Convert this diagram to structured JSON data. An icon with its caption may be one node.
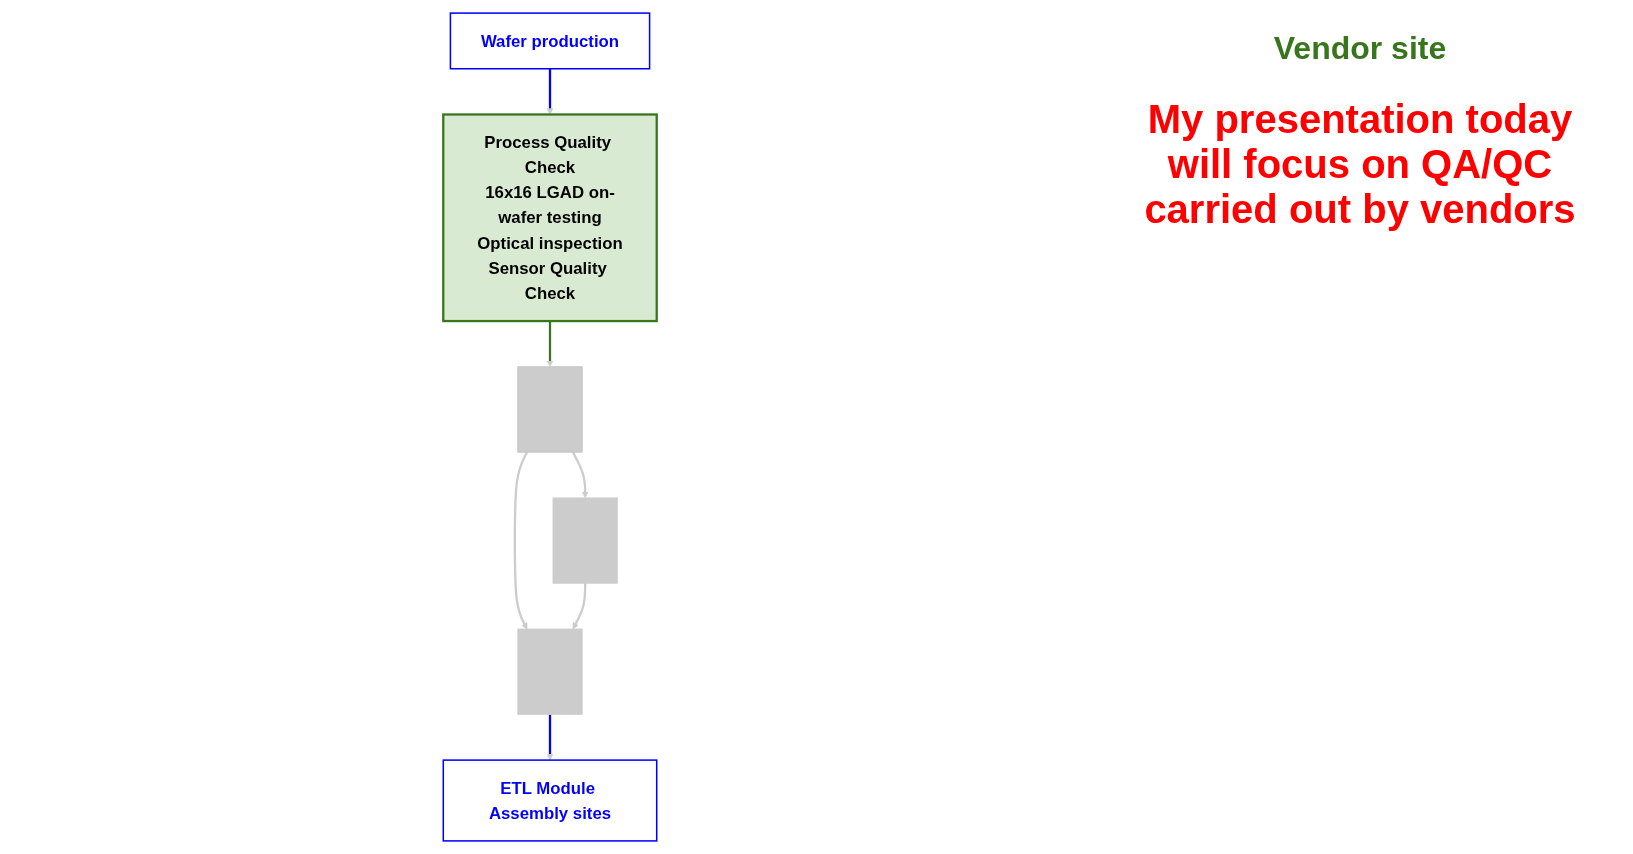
{
  "diagram": {
    "nodes": [
      {
        "text": [
          "Wafer production"
        ]
      },
      {
        "text": [
          "Process Quality Check",
          "16x16 LGAD on-wafer testing",
          "Optical inspection",
          "Sensor Quality Check"
        ]
      },
      {
        "text": [],
        "shape": "box"
      },
      {
        "text": [],
        "shape": "box"
      },
      {
        "text": [],
        "shape": "box"
      },
      {
        "text": [
          "ETL Module Assembly sites"
        ]
      }
    ],
    "edges": [
      {
        "from": 0,
        "to": 1,
        "arrow": "to",
        "color": "#0000ff"
      },
      {
        "from": 1,
        "to": 2,
        "arrow": "to",
        "color": "#38761d"
      },
      {
        "from": 2,
        "to": 3,
        "arrow": "to"
      },
      {
        "from": 2,
        "to": 4,
        "arrow": "to"
      },
      {
        "from": 4,
        "to": 3,
        "arrow": "to"
      },
      {
        "from": 3,
        "to": 5,
        "arrow": "to",
        "color": "#0000ff"
      }
    ],
    "labels": [
      "Vendor site",
      "My presentation today will focus on QA/QC carried out by vendors"
    ]
  }
}
